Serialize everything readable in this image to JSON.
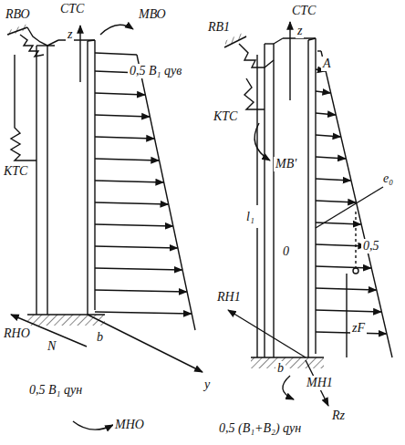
{
  "diagram": {
    "labels": [
      "RВО",
      "CТС",
      "MВО",
      "z",
      "0,5 В₁ qув",
      "KТС",
      "RНО",
      "N",
      "b",
      "y",
      "0,5 В₁ qун",
      "MНО",
      "RВ1",
      "CТС",
      "A",
      "z",
      "KТС",
      "MВ'",
      "e₀",
      "l₁",
      "0",
      "0,5",
      "RН1",
      "zF",
      "b",
      "MН1",
      "Rz",
      "0,5 (В₁+В₂) qун"
    ]
  }
}
